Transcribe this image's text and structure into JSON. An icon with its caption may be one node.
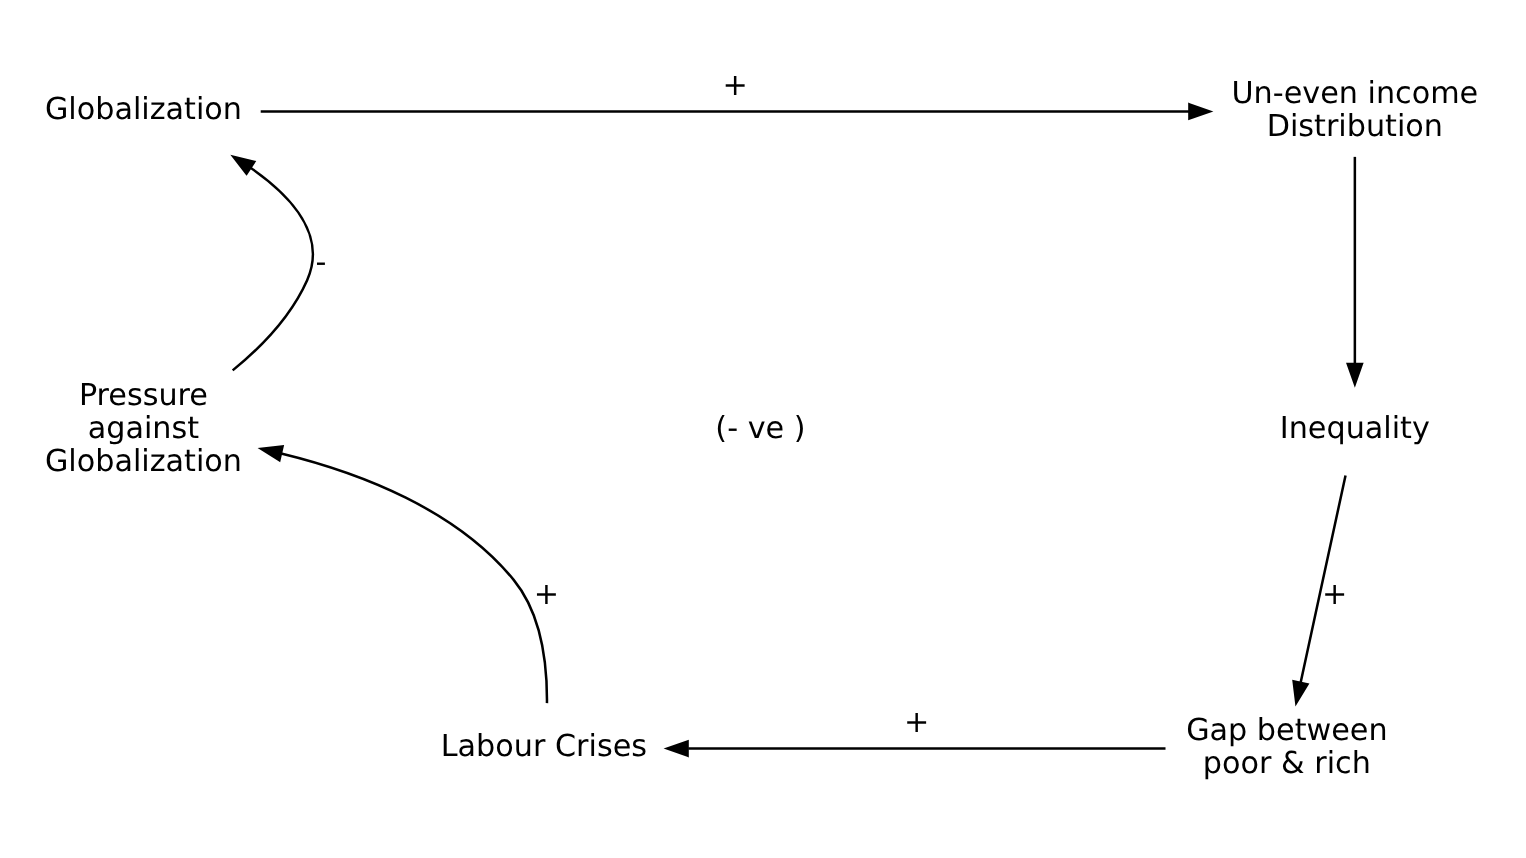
{
  "diagram": {
    "nodes": [
      {
        "text": [
          "Globalization"
        ]
      },
      {
        "text": [
          "Un-even income Distribution"
        ]
      },
      {
        "text": [
          "Pressure against Globalization"
        ]
      },
      {
        "text": [
          "Inequality"
        ]
      },
      {
        "text": [
          "Gap between poor & rich"
        ]
      },
      {
        "text": [
          "Labour Crises"
        ]
      }
    ],
    "edges": [
      {
        "from": 2,
        "to": 0,
        "arrow": "to",
        "label": "-"
      },
      {
        "from": 0,
        "to": 1,
        "arrow": "to",
        "label": "+"
      },
      {
        "from": 1,
        "to": 3,
        "arrow": "to"
      },
      {
        "from": 3,
        "to": 4,
        "arrow": "to",
        "label": "+"
      },
      {
        "from": 4,
        "to": 5,
        "arrow": "to",
        "label": "+"
      },
      {
        "from": 5,
        "to": 2,
        "arrow": "to",
        "label": "+"
      }
    ],
    "labels": [
      "(- ve )"
    ]
  }
}
